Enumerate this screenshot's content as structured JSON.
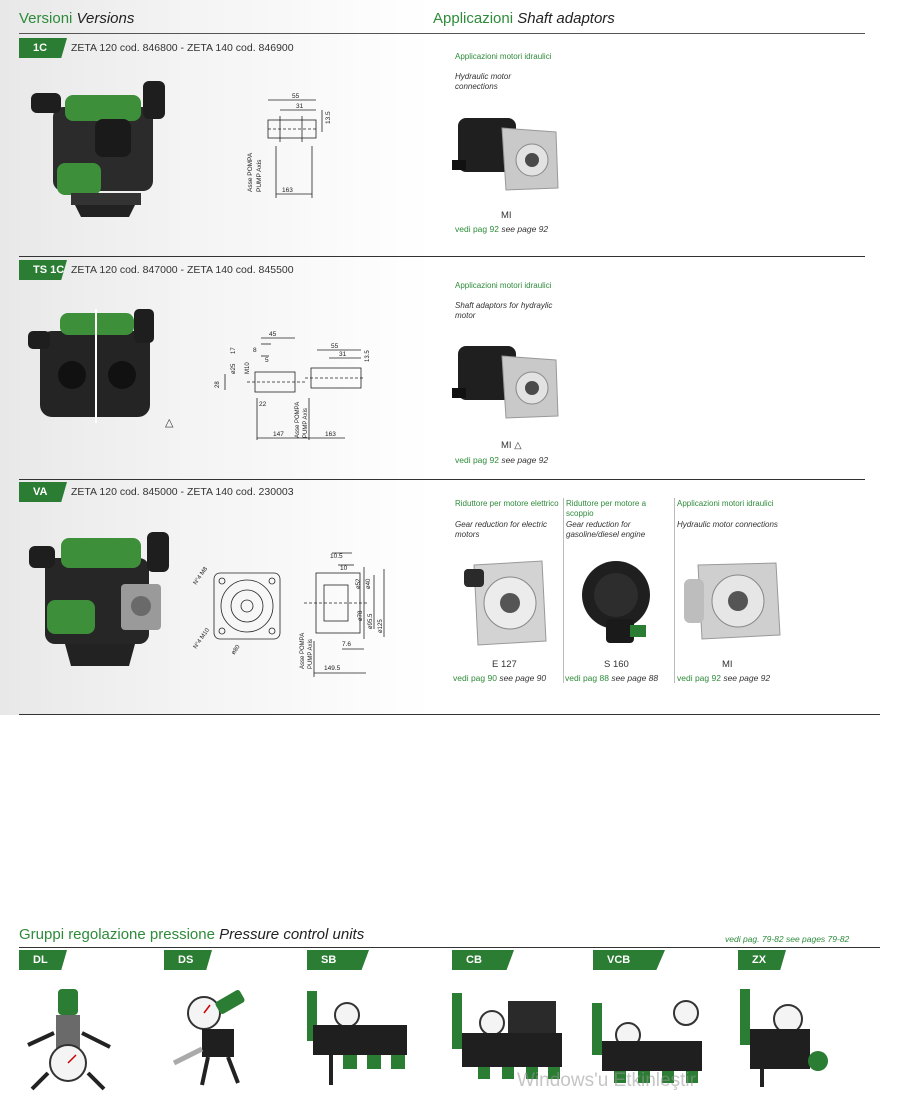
{
  "sections": {
    "versions_title": {
      "it": "Versioni",
      "en": "Versions"
    },
    "applications_title": {
      "it": "Applicazioni",
      "en": "Shaft adaptors"
    }
  },
  "versions": [
    {
      "tag": "1C",
      "codes": "ZETA 120 cod. 846800 - ZETA 140 cod. 846900",
      "dims": [
        "55",
        "31",
        "13.5",
        "163"
      ],
      "axis_it": "Asse POMPA",
      "axis_en": "PUMP Axis",
      "apps": [
        {
          "title": "Applicazioni motori idraulici",
          "sub": "Hydraulic motor connections",
          "model": "MI",
          "ref_it": "vedi pag 92",
          "ref_en": "see page 92"
        }
      ]
    },
    {
      "tag": "TS 1C",
      "codes": "ZETA 120 cod. 847000 - ZETA 140 cod. 845500",
      "dims": [
        "45",
        "17",
        "8",
        "5",
        "M10",
        "ø25",
        "28",
        "22",
        "147",
        "55",
        "31",
        "13.5",
        "163"
      ],
      "axis_it": "Asse POMPA",
      "axis_en": "PUMP Axis",
      "apps": [
        {
          "title": "Applicazioni motori idraulici",
          "sub": "Shaft adaptors for hydraylic motor",
          "model": "MI",
          "ref_it": "vedi pag 92",
          "ref_en": "see page 92"
        }
      ]
    },
    {
      "tag": "VA",
      "codes": "ZETA 120 cod. 845000 - ZETA 140 cod. 230003",
      "dims": [
        "N°4 M8",
        "ø80",
        "N°4 M10",
        "10.5",
        "10",
        "ø52",
        "ø40",
        "ø78",
        "ø95.5",
        "ø125",
        "7.6",
        "149.5"
      ],
      "axis_it": "Asse POMPA",
      "axis_en": "PUMP Axis",
      "apps": [
        {
          "title": "Riduttore per motore elettrico",
          "sub": "Gear reduction for electric motors",
          "model": "E 127",
          "ref_it": "vedi pag 90",
          "ref_en": "see page 90"
        },
        {
          "title": "Riduttore per motore a scoppio",
          "sub": "Gear reduction for gasoline/diesel engine",
          "model": "S 160",
          "ref_it": "vedi pag 88",
          "ref_en": "see page 88"
        },
        {
          "title": "Applicazioni motori idraulici",
          "sub": "Hydraulic motor connections",
          "model": "MI",
          "ref_it": "vedi pag 92",
          "ref_en": "see page 92"
        }
      ]
    }
  ],
  "pressure": {
    "title_it": "Gruppi regolazione pressione",
    "title_en": "Pressure control units",
    "ref": "vedi pag. 79-82 see pages 79-82",
    "units": [
      "DL",
      "DS",
      "SB",
      "CB",
      "VCB",
      "ZX"
    ]
  },
  "watermark": "Windows'u Etkinleştir",
  "colors": {
    "brand_green": "#2a7d32",
    "text_green": "#2e8b3a",
    "pump_green": "#3e8f3a",
    "pump_black": "#1e1e1e"
  }
}
